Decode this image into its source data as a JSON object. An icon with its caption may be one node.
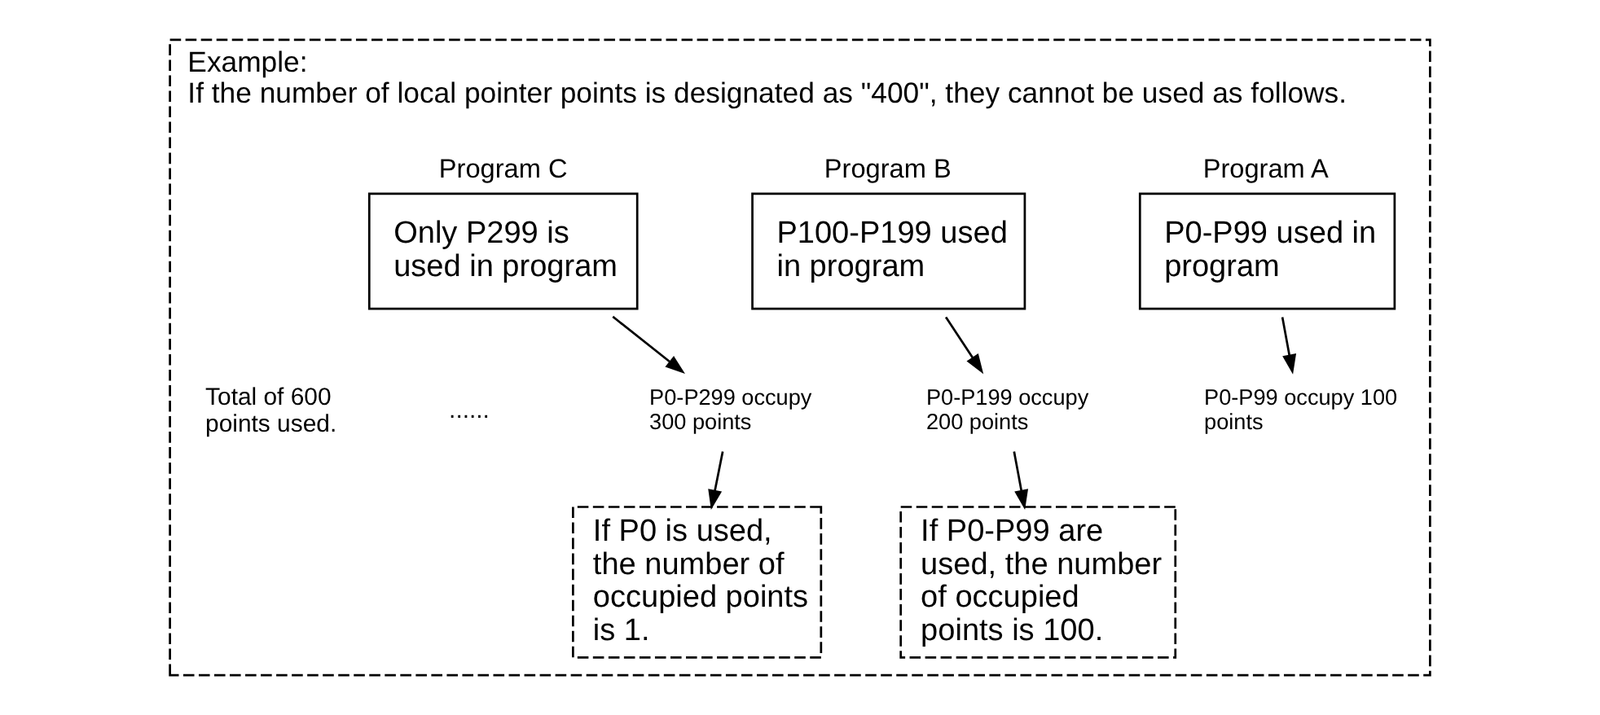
{
  "diagram": {
    "nodes": [
      {
        "text": [
          "Example:",
          "If the number of local pointer points is designated as \"400\", they cannot be used as follows."
        ]
      },
      {
        "text": [
          "Program A",
          "P0-P99 used in program"
        ],
        "in": 0
      },
      {
        "text": [
          "P0-P99 occupy 100 points"
        ],
        "in": 0
      },
      {
        "text": [
          "Program B",
          "P100-P199 used in program"
        ],
        "in": 0
      },
      {
        "text": [
          "P0-P199 occupy 200 points"
        ],
        "in": 0
      },
      {
        "text": [
          "If P0-P99 are used, the number of occupied points is 100."
        ],
        "in": 0
      },
      {
        "text": [
          "Program C",
          "Only P299 is used in program"
        ],
        "in": 0
      },
      {
        "text": [
          "P0-P299 occupy 300 points"
        ],
        "in": 0
      },
      {
        "text": [
          "If P0 is used, the number of occupied points is 1."
        ],
        "in": 0
      }
    ],
    "edges": [
      {
        "from": 1,
        "to": 2,
        "arrow": "to"
      },
      {
        "from": 3,
        "to": 4,
        "arrow": "to"
      },
      {
        "from": 4,
        "to": 5,
        "arrow": "to"
      },
      {
        "from": 6,
        "to": 7,
        "arrow": "to"
      },
      {
        "from": 7,
        "to": 8,
        "arrow": "to"
      }
    ],
    "labels": [
      "......",
      "Total of 600 points used."
    ]
  }
}
